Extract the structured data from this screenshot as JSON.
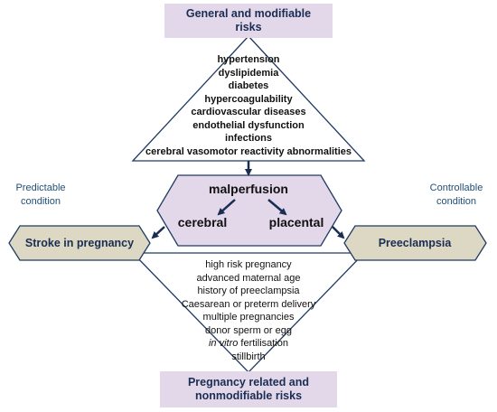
{
  "top_box": {
    "line1": "General and modifiable",
    "line2": "risks"
  },
  "modifiable_risks": [
    "hypertension",
    "dyslipidemia",
    "diabetes",
    "hypercoagulability",
    "cardiovascular diseases",
    "endothelial dysfunction",
    "infections",
    "cerebral vasomotor reactivity abnormalities"
  ],
  "center": {
    "title": "malperfusion",
    "left": "cerebral",
    "right": "placental"
  },
  "left_side": {
    "line1": "Predictable",
    "line2": "condition"
  },
  "right_side": {
    "line1": "Controllable",
    "line2": "condition"
  },
  "left_hexagon": "Stroke in pregnancy",
  "right_hexagon": "Preeclampsia",
  "nonmodifiable_risks": [
    {
      "italic": "",
      "text": "high risk pregnancy"
    },
    {
      "italic": "",
      "text": "advanced maternal age"
    },
    {
      "italic": "",
      "text": "history of preeclampsia"
    },
    {
      "italic": "",
      "text": "Caesarean or preterm delivery"
    },
    {
      "italic": "",
      "text": "multiple pregnancies"
    },
    {
      "italic": "",
      "text": "donor sperm or egg"
    },
    {
      "italic": "in vitro",
      "text": " fertilisation"
    },
    {
      "italic": "",
      "text": "stillbirth"
    }
  ],
  "bottom_box": {
    "line1": "Pregnancy related and",
    "line2": "nonmodifiable risks"
  },
  "colors": {
    "box_fill": "#e3d7ea",
    "hexagon_fill": "#ddd8c4",
    "hexagon_stroke": "#1f3a63",
    "arrow": "#1a2d52",
    "title_text": "#1a2d52"
  }
}
